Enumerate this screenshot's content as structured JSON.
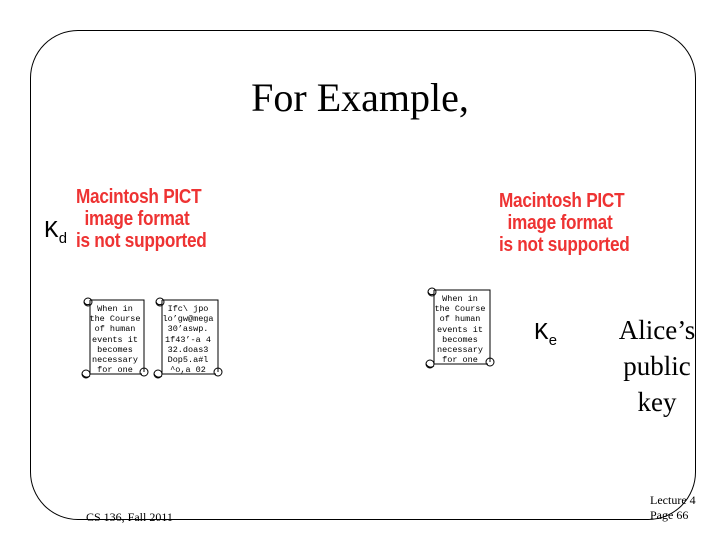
{
  "slide": {
    "title": "For Example,",
    "footer_left": "CS 136, Fall 2011",
    "footer_right": [
      "Lecture 4",
      "Page 66"
    ]
  },
  "placeholders": [
    {
      "lines": [
        "Macintosh PICT",
        "image format",
        "is not supported"
      ]
    },
    {
      "lines": [
        "Macintosh PICT",
        "image format",
        "is not supported"
      ]
    }
  ],
  "keys": {
    "kd": {
      "letter": "K",
      "sub": "d"
    },
    "ke": {
      "letter": "K",
      "sub": "e"
    }
  },
  "alice_label": [
    "Alice’s",
    "public",
    "key"
  ],
  "scrolls": [
    {
      "lines": [
        "When in",
        "the Course",
        "of human",
        "events it",
        "becomes",
        "necessary",
        "for one"
      ]
    },
    {
      "lines": [
        "Ifc\\ jpo",
        "lo’gw@mega",
        "30’aswp.",
        "1f43’-a 4",
        "32.doas3",
        "Dop5.a#l",
        "^o,a 02"
      ]
    },
    {
      "lines": [
        "When in",
        "the Course",
        "of human",
        "events it",
        "becomes",
        "necessary",
        "for one"
      ]
    }
  ]
}
